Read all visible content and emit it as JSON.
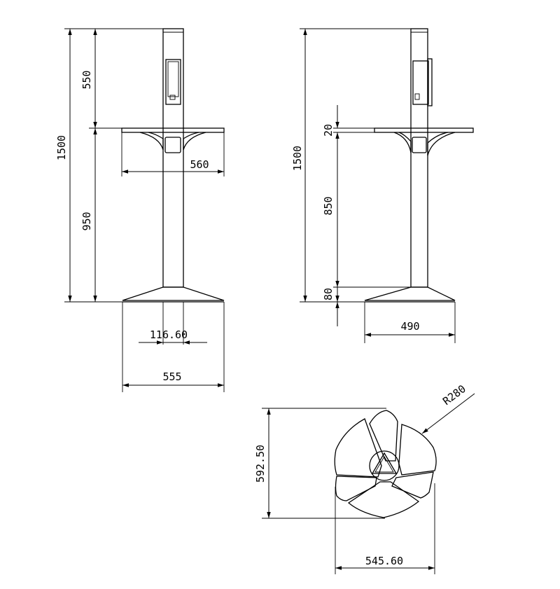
{
  "front_view": {
    "dims": {
      "total_height": "1500",
      "upper_height": "550",
      "lower_height": "950",
      "top_width": "560",
      "column_width": "116.60",
      "base_width": "555"
    }
  },
  "side_view": {
    "dims": {
      "total_height": "1500",
      "top_thickness": "20",
      "mid_height": "850",
      "base_height": "80",
      "base_width": "490"
    }
  },
  "top_view": {
    "dims": {
      "depth": "592.50",
      "width": "545.60",
      "radius": "R280"
    }
  }
}
